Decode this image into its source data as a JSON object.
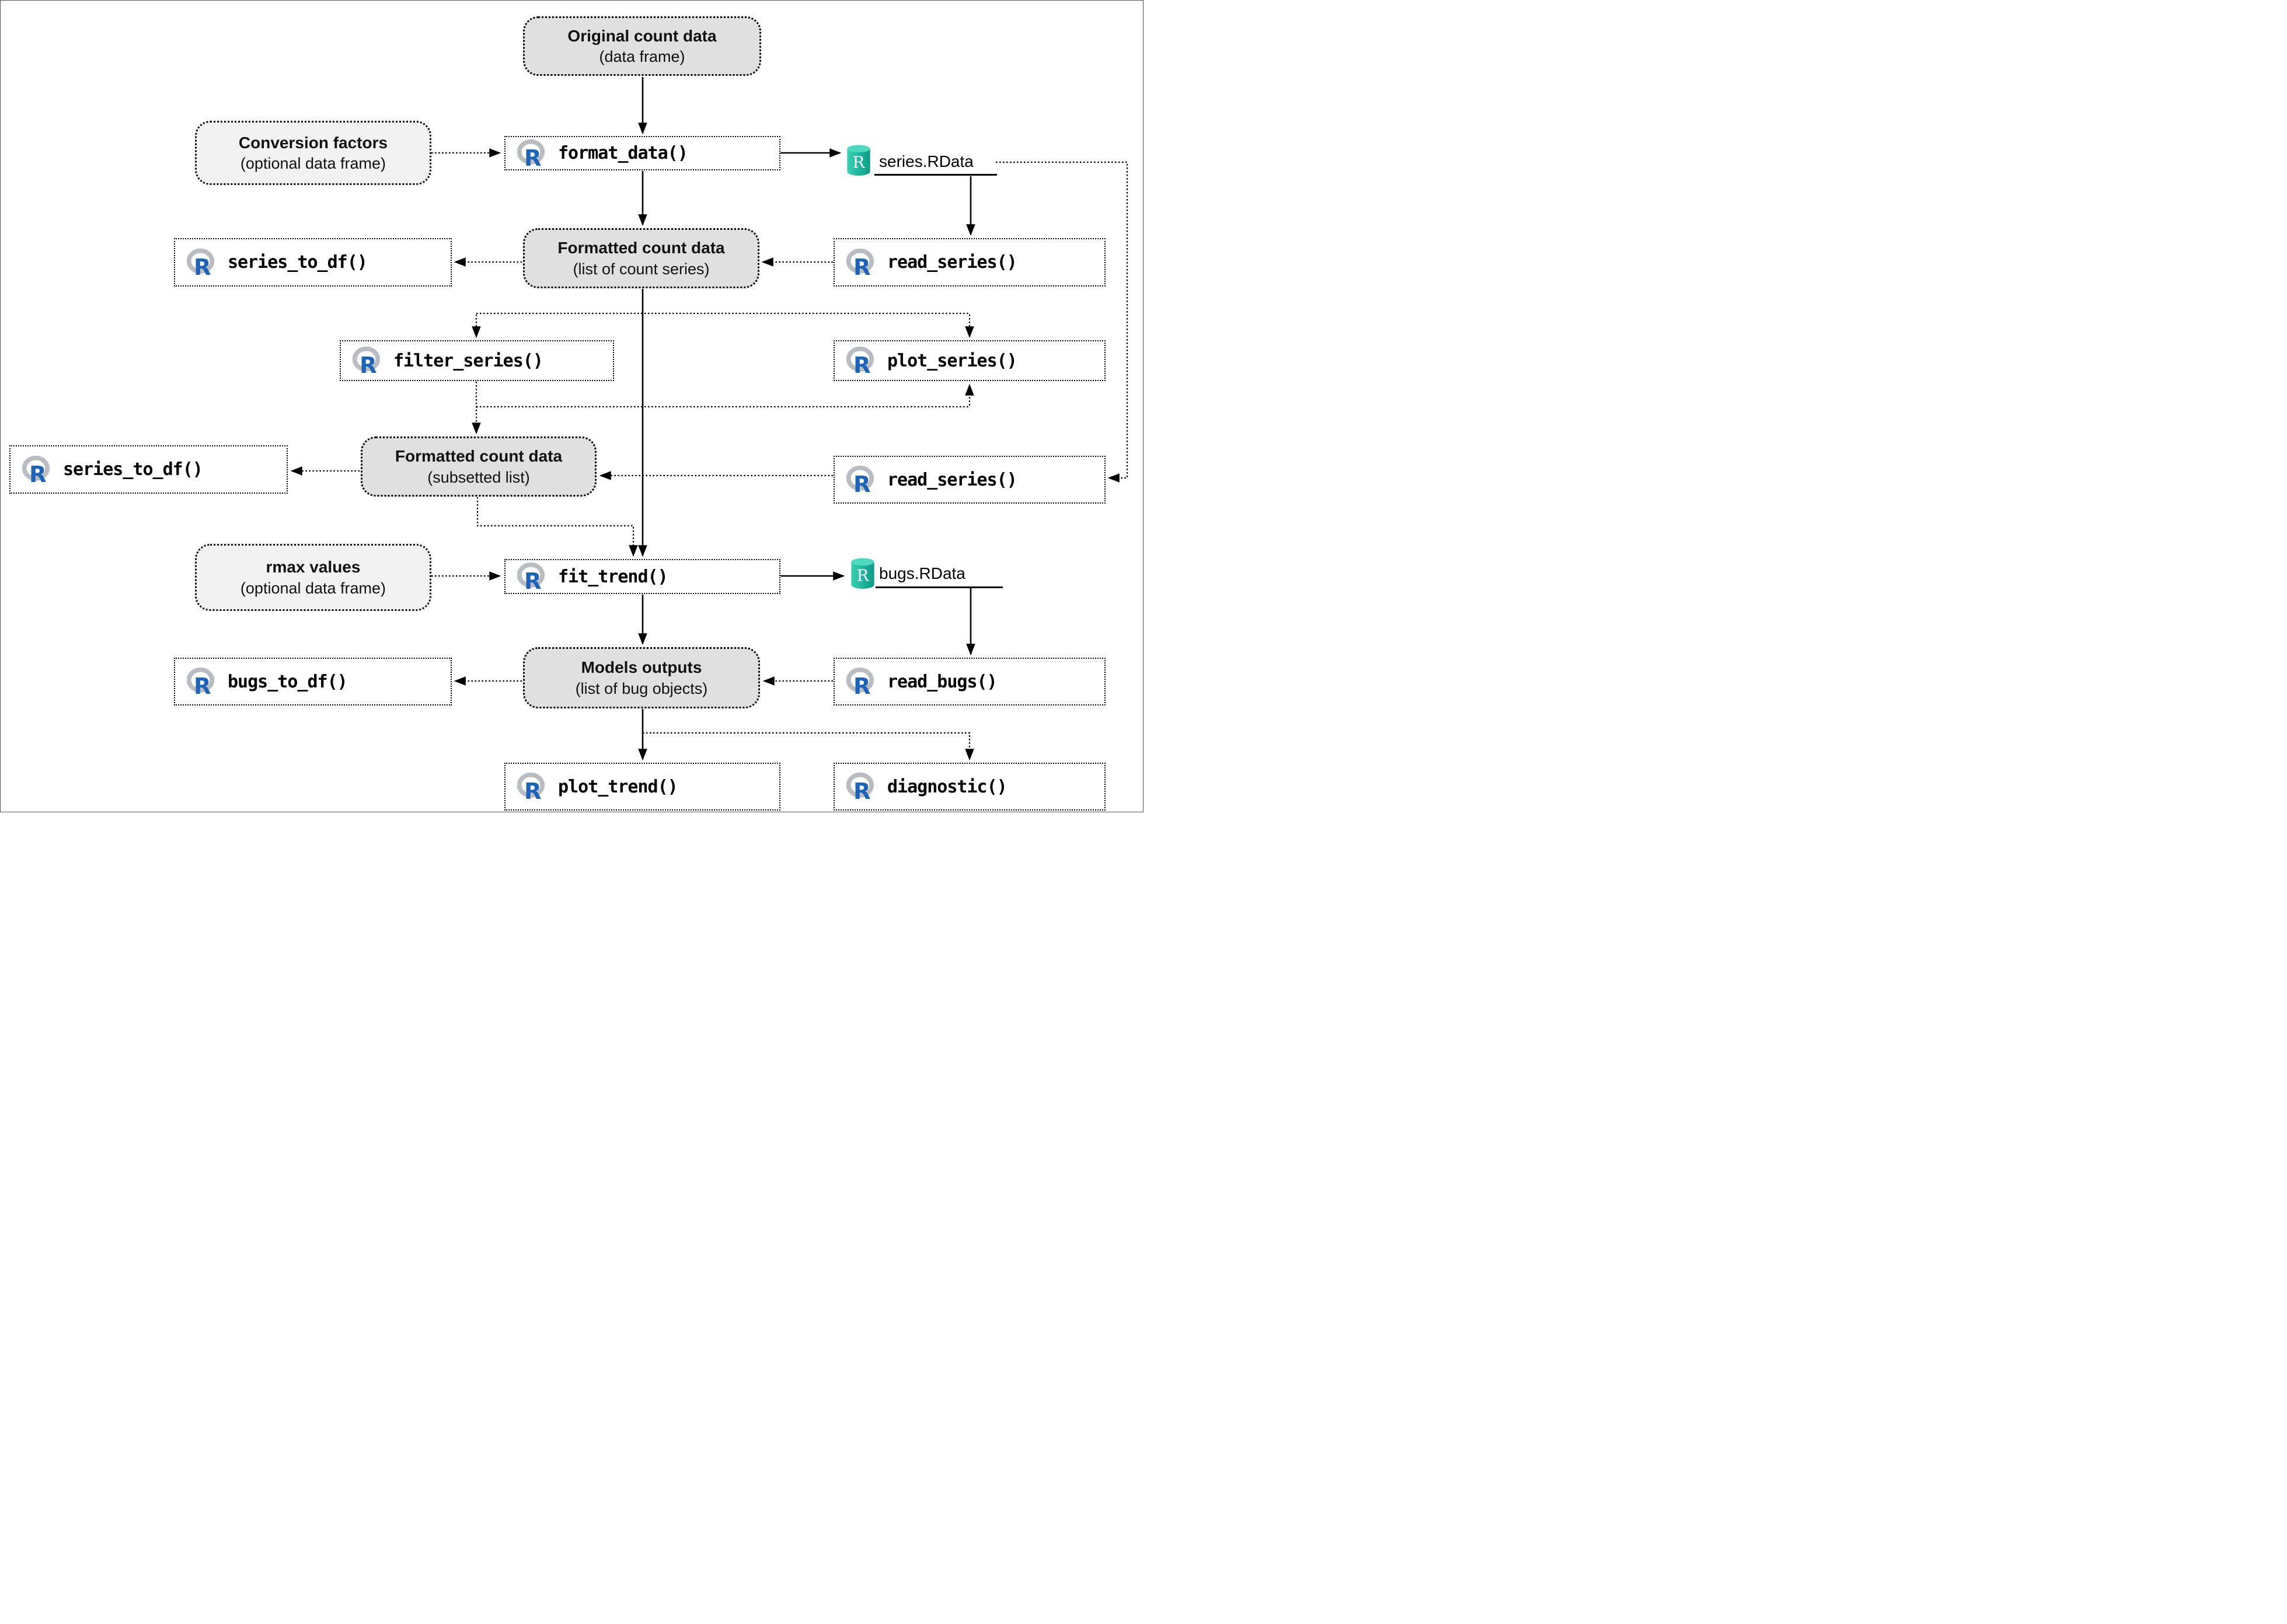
{
  "diagram": {
    "colors": {
      "data_box_fill": "#e0e0e0",
      "optional_box_fill": "#f2f2f2",
      "function_box_fill": "#ffffff",
      "line_color": "#000000",
      "r_logo_blue": "#1d63b7",
      "r_logo_gray": "#b9bdc2",
      "rdata_cylinder_teal": "#1cb49c"
    },
    "nodes": {
      "original_count_data": {
        "line1": "Original count data",
        "line2": "(data frame)"
      },
      "conversion_factors": {
        "line1": "Conversion factors",
        "line2": "(optional data frame)"
      },
      "format_data": {
        "label": "format_data()"
      },
      "series_rdata": {
        "label": "series.RData"
      },
      "series_to_df_1": {
        "label": "series_to_df()"
      },
      "formatted_count_data": {
        "line1": "Formatted count data",
        "line2": "(list of count series)"
      },
      "read_series_1": {
        "label": "read_series()"
      },
      "filter_series": {
        "label": "filter_series()"
      },
      "plot_series": {
        "label": "plot_series()"
      },
      "series_to_df_2": {
        "label": "series_to_df()"
      },
      "formatted_subsetted": {
        "line1": "Formatted count data",
        "line2": "(subsetted list)"
      },
      "read_series_2": {
        "label": "read_series()"
      },
      "rmax_values": {
        "line1": "rmax values",
        "line2": "(optional data frame)"
      },
      "fit_trend": {
        "label": "fit_trend()"
      },
      "bugs_rdata": {
        "label": "bugs.RData"
      },
      "bugs_to_df": {
        "label": "bugs_to_df()"
      },
      "models_outputs": {
        "line1": "Models outputs",
        "line2": "(list of bug objects)"
      },
      "read_bugs": {
        "label": "read_bugs()"
      },
      "plot_trend": {
        "label": "plot_trend()"
      },
      "diagnostic": {
        "label": "diagnostic()"
      }
    },
    "icons": {
      "r_logo": "r-logo-icon",
      "rdata_file": "rdata-cylinder-icon"
    },
    "edges": [
      {
        "from": "original_count_data",
        "to": "format_data",
        "style": "solid"
      },
      {
        "from": "conversion_factors",
        "to": "format_data",
        "style": "dotted"
      },
      {
        "from": "format_data",
        "to": "series_rdata",
        "style": "solid"
      },
      {
        "from": "series_rdata",
        "to": "read_series_1",
        "style": "solid"
      },
      {
        "from": "series_rdata",
        "to": "read_series_2",
        "style": "dotted"
      },
      {
        "from": "format_data",
        "to": "formatted_count_data",
        "style": "solid"
      },
      {
        "from": "formatted_count_data",
        "to": "series_to_df_1",
        "style": "dotted"
      },
      {
        "from": "read_series_1",
        "to": "formatted_count_data",
        "style": "dotted"
      },
      {
        "from": "formatted_count_data",
        "to": "fit_trend",
        "style": "solid"
      },
      {
        "from": "formatted_count_data",
        "to": "filter_series",
        "style": "dotted"
      },
      {
        "from": "formatted_count_data",
        "to": "plot_series",
        "style": "dotted"
      },
      {
        "from": "filter_series",
        "to": "formatted_subsetted",
        "style": "dotted"
      },
      {
        "from": "filter_series",
        "to": "plot_series",
        "style": "dotted"
      },
      {
        "from": "formatted_subsetted",
        "to": "series_to_df_2",
        "style": "dotted"
      },
      {
        "from": "read_series_2",
        "to": "formatted_subsetted",
        "style": "dotted"
      },
      {
        "from": "formatted_subsetted",
        "to": "fit_trend",
        "style": "dotted"
      },
      {
        "from": "rmax_values",
        "to": "fit_trend",
        "style": "dotted"
      },
      {
        "from": "fit_trend",
        "to": "bugs_rdata",
        "style": "solid"
      },
      {
        "from": "bugs_rdata",
        "to": "read_bugs",
        "style": "solid"
      },
      {
        "from": "fit_trend",
        "to": "models_outputs",
        "style": "solid"
      },
      {
        "from": "models_outputs",
        "to": "bugs_to_df",
        "style": "dotted"
      },
      {
        "from": "read_bugs",
        "to": "models_outputs",
        "style": "dotted"
      },
      {
        "from": "models_outputs",
        "to": "plot_trend",
        "style": "solid"
      },
      {
        "from": "models_outputs",
        "to": "diagnostic",
        "style": "dotted"
      }
    ]
  }
}
